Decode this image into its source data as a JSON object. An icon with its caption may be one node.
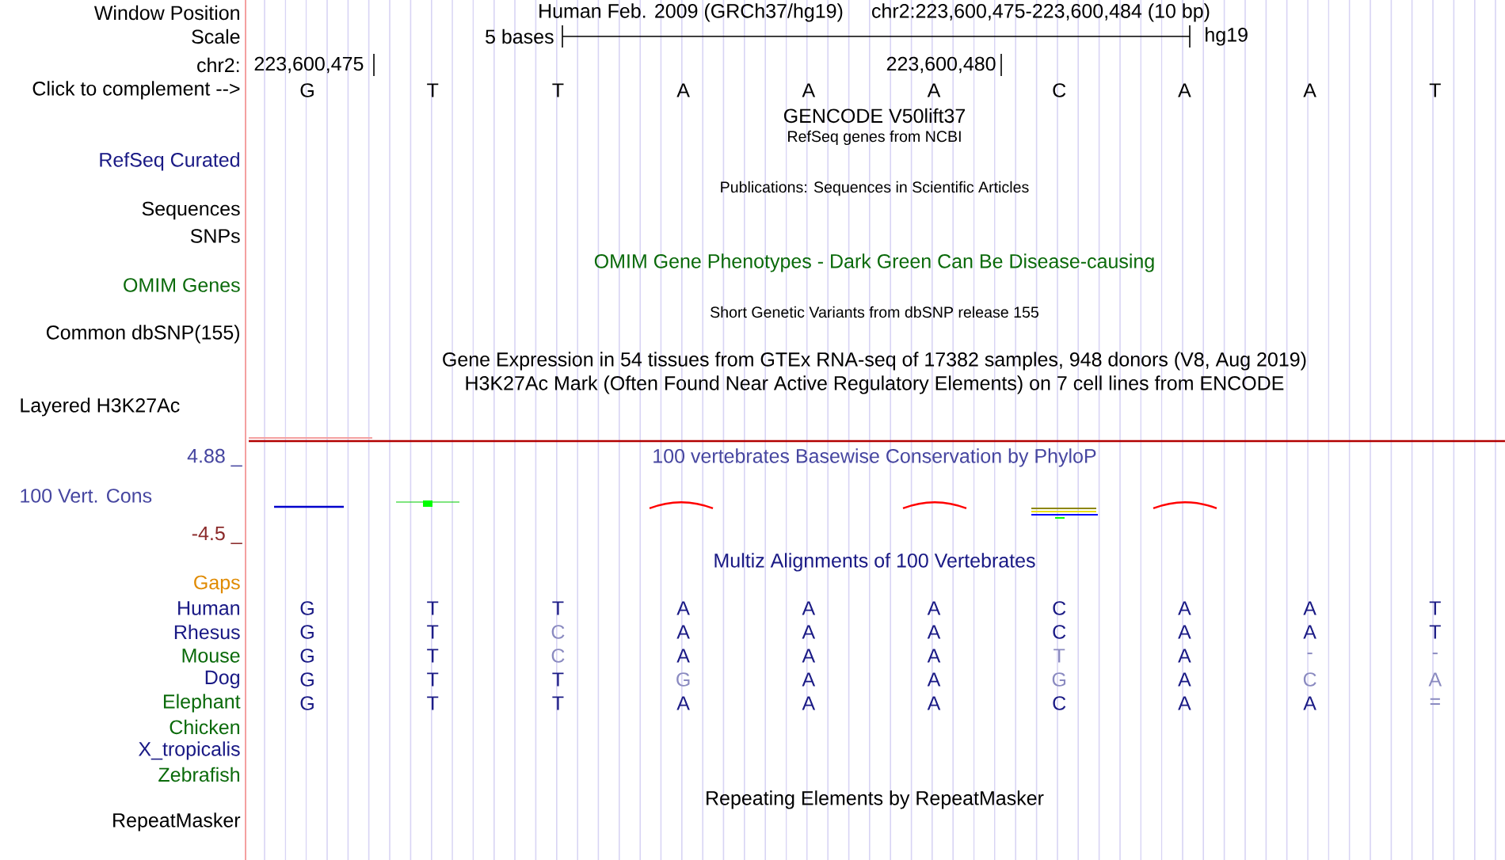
{
  "diagram": {
    "labels": [
      "Window Position",
      "Human Feb. 2009 (GRCh37/hg19)",
      "chr2:223,600,475-223,600,484 (10 bp)",
      "Scale",
      "5 bases",
      "hg19",
      "chr2:",
      "223,600,475",
      "223,600,480",
      "Click to complement -->",
      "G",
      "T",
      "T",
      "A",
      "A",
      "A",
      "C",
      "A",
      "A",
      "T",
      "GENCODE V50lift37",
      "RefSeq genes from NCBI",
      "RefSeq Curated",
      "Publications: Sequences in Scientific Articles",
      "Sequences",
      "SNPs",
      "OMIM Gene Phenotypes - Dark Green Can Be Disease-causing",
      "OMIM Genes",
      "Short Genetic Variants from dbSNP release 155",
      "Common dbSNP(155)",
      "Gene Expression in 54 tissues from GTEx RNA-seq of 17382 samples, 948 donors (V8, Aug 2019)",
      "H3K27Ac Mark (Often Found Near Active Regulatory Elements) on 7 cell lines from ENCODE",
      "Layered H3K27Ac",
      "4.88 _",
      "100 vertebrates Basewise Conservation by PhyloP",
      "100 Vert. Cons",
      "-4.5 _",
      "Multiz Alignments of 100 Vertebrates",
      "Gaps",
      "Human",
      "G",
      "T",
      "T",
      "A",
      "A",
      "A",
      "C",
      "A",
      "A",
      "T",
      "Rhesus",
      "G",
      "T",
      "C",
      "A",
      "A",
      "A",
      "C",
      "A",
      "A",
      "T",
      "Mouse",
      "G",
      "T",
      "C",
      "A",
      "A",
      "A",
      "T",
      "A",
      "-",
      "-",
      "Dog",
      "G",
      "T",
      "T",
      "G",
      "A",
      "A",
      "G",
      "A",
      "C",
      "A",
      "Elephant",
      "G",
      "T",
      "T",
      "A",
      "A",
      "A",
      "C",
      "A",
      "A",
      "=",
      "Chicken",
      "X_tropicalis",
      "Zebrafish",
      "Repeating Elements by RepeatMasker",
      "RepeatMasker"
    ]
  }
}
